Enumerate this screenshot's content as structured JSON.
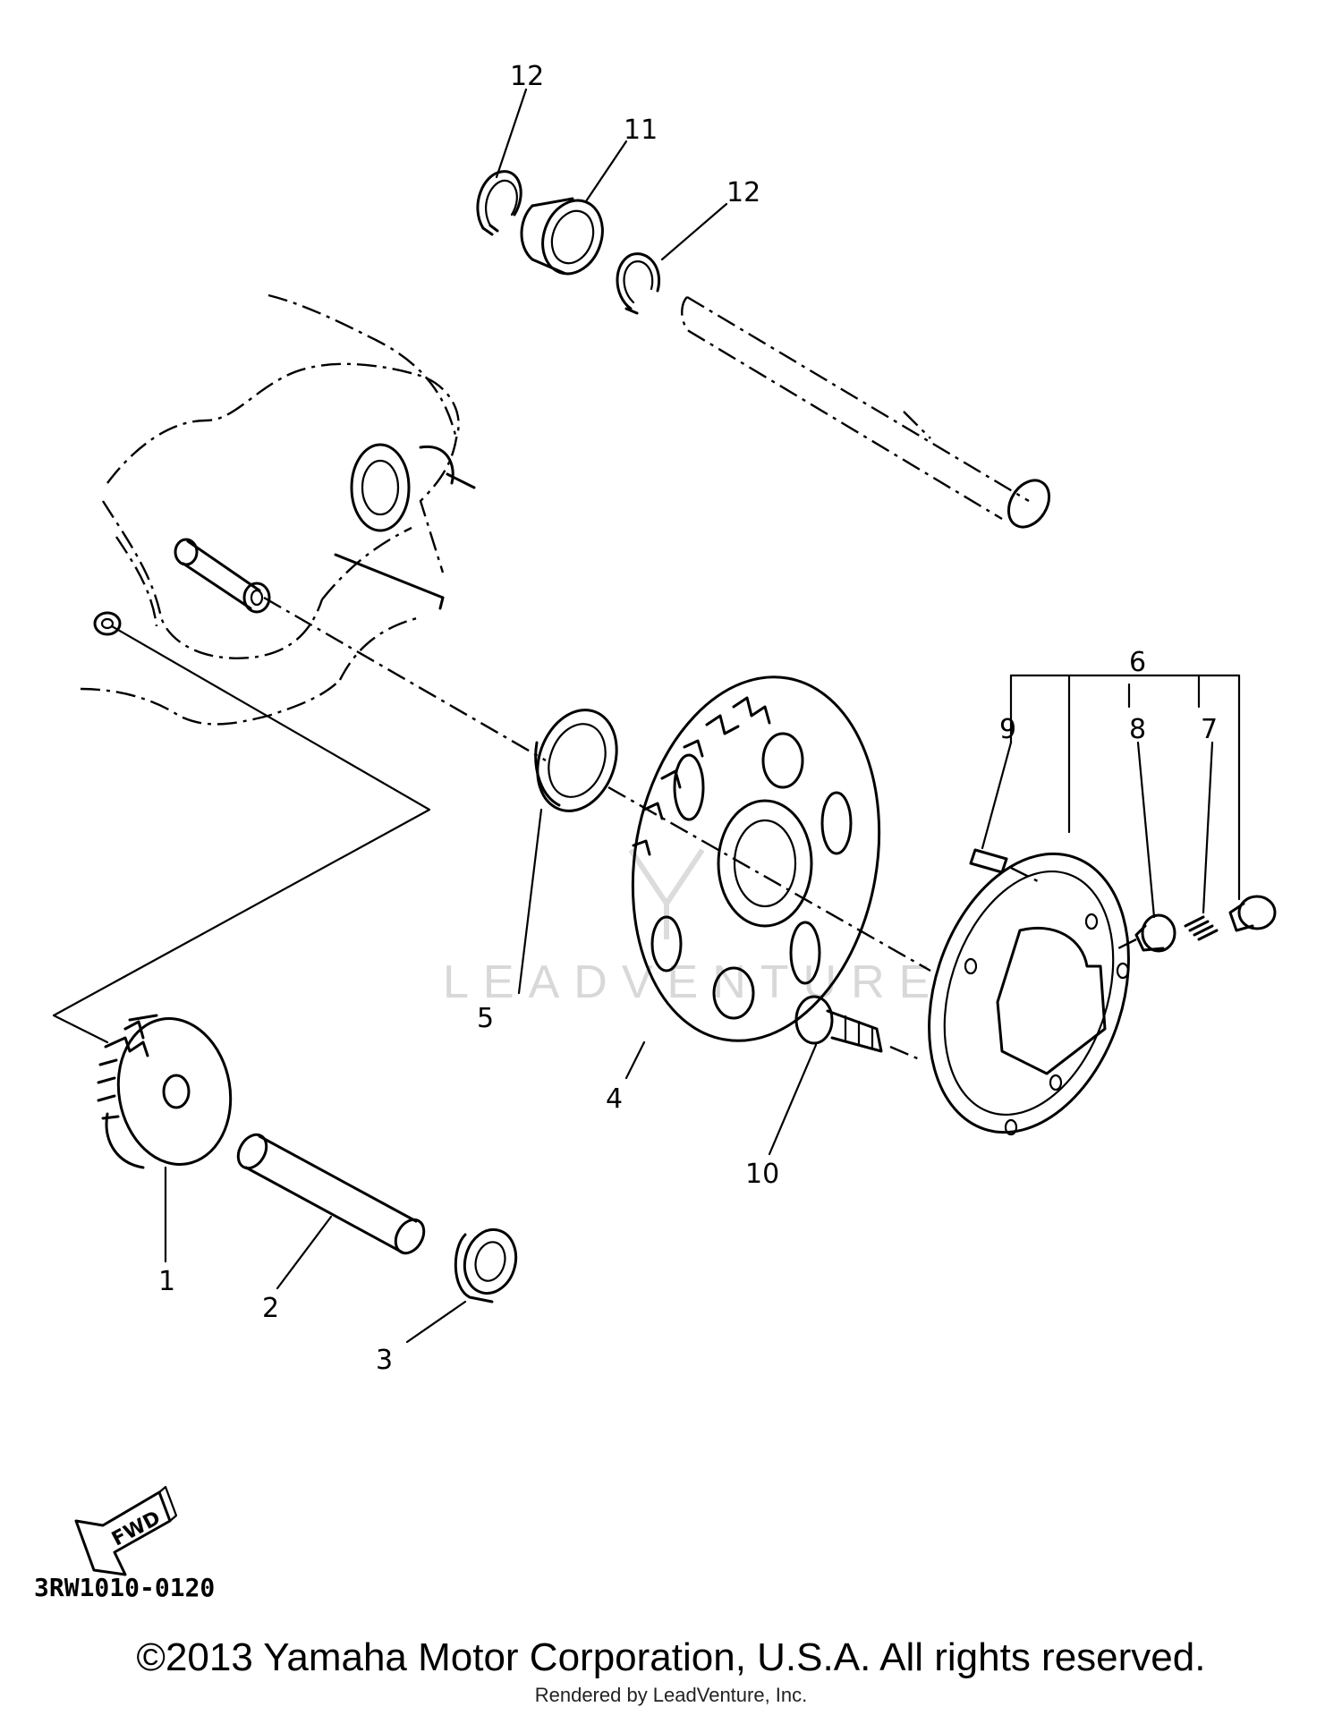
{
  "diagram": {
    "part_labels": {
      "p1": "1",
      "p2": "2",
      "p3": "3",
      "p4": "4",
      "p5": "5",
      "p6": "6",
      "p7": "7",
      "p8": "8",
      "p9": "9",
      "p10": "10",
      "p11": "11",
      "p12a": "12",
      "p12b": "12"
    },
    "fwd_label": "FWD",
    "diagram_code": "3RW1010-0120",
    "watermark": "LEADVENTURE"
  },
  "footer": {
    "copyright": "©2013 Yamaha Motor Corporation, U.S.A. All rights reserved.",
    "rendered_by": "Rendered by LeadVenture, Inc."
  }
}
